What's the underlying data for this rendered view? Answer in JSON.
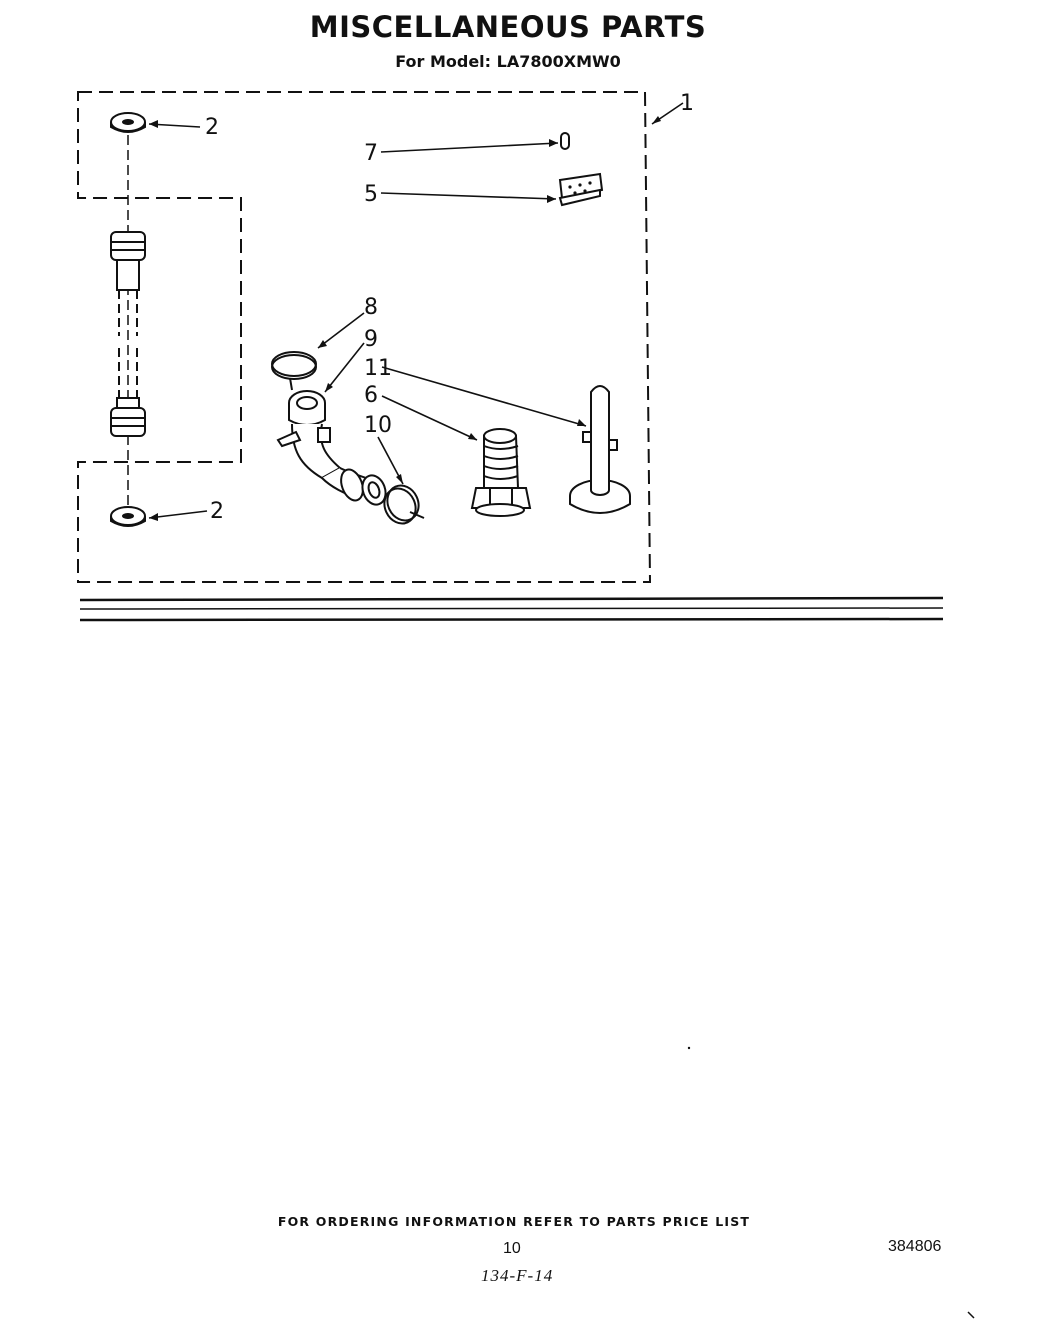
{
  "header": {
    "title": "MISCELLANEOUS PARTS",
    "model_line": "For Model: LA7800XMW0"
  },
  "callouts": {
    "c1": "1",
    "c2_top": "2",
    "c2_bottom": "2",
    "c5": "5",
    "c6": "6",
    "c7": "7",
    "c8": "8",
    "c9": "9",
    "c10": "10",
    "c11": "11"
  },
  "footer": {
    "ordering_note": "FOR ORDERING INFORMATION REFER TO PARTS PRICE LIST",
    "page_number": "10",
    "document_number": "384806",
    "handwritten_code": "134-F-14"
  }
}
